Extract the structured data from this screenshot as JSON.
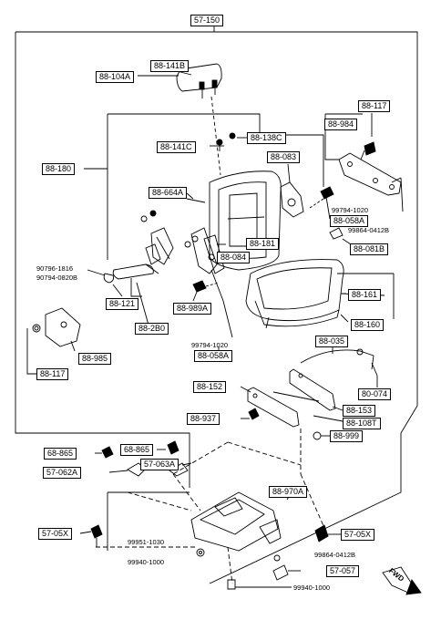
{
  "labels": {
    "top": "57-150",
    "l_88_141B": "88-141B",
    "l_88_104A": "88-104A",
    "l_88_117_tr": "88-117",
    "l_88_984": "88-984",
    "l_88_141C": "88-141C",
    "l_88_138C": "88-138C",
    "l_88_180": "88-180",
    "l_88_083": "88-083",
    "l_88_664A": "88-664A",
    "l_88_058A_r": "88-058A",
    "l_88_081B": "88-081B",
    "l_88_181": "88-181",
    "l_88_084": "88-084",
    "l_88_161": "88-161",
    "l_88_121": "88-121",
    "l_88_989A": "88-989A",
    "l_88_2B0": "88-2B0",
    "l_88_160": "88-160",
    "l_88_985": "88-985",
    "l_88_117_l": "88-117",
    "l_88_058A_m": "88-058A",
    "l_88_035": "88-035",
    "l_88_152": "88-152",
    "l_80_074": "80-074",
    "l_88_153": "88-153",
    "l_88_937": "88-937",
    "l_88_108T": "88-108T",
    "l_88_999": "88-999",
    "l_68_865_a": "68-865",
    "l_68_865_b": "68-865",
    "l_57_062A": "57-062A",
    "l_57_063A": "57-063A",
    "l_88_970A": "88-970A",
    "l_57_05X_l": "57-05X",
    "l_57_05X_r": "57-05X",
    "l_57_057": "57-057"
  },
  "texts": {
    "t_99794_1020_r": "99794-1020",
    "t_99864_0412B_r": "99864-0412B",
    "t_90796_1816": "90796-1816",
    "t_90794_0820B": "90794-0820B",
    "t_99794_1020_m": "99794-1020",
    "t_99951_1030": "99951-1030",
    "t_99940_1000_a": "99940-1000",
    "t_99864_0412B_b": "99864-0412B",
    "t_99940_1000_b": "99940-1000",
    "fwd": "FWD"
  }
}
